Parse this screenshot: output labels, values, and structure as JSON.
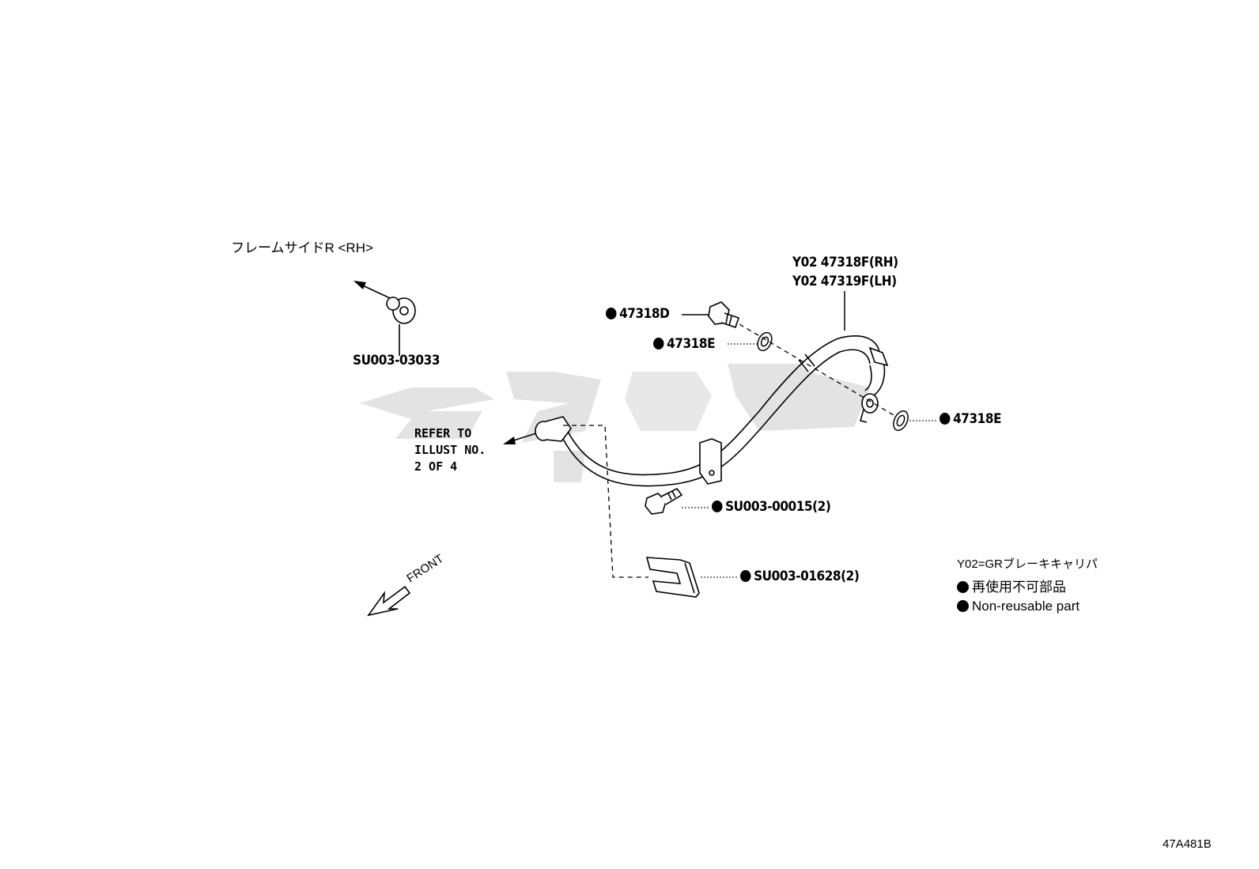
{
  "frame_label": "フレームサイドR <RH>",
  "parts": {
    "bolt_frame": "SU003-03033",
    "hose_rh": "Y02 47318F(RH)",
    "hose_lh": "Y02 47319F(LH)",
    "union_bolt": "47318D",
    "washer_upper": "47318E",
    "washer_right": "47318E",
    "bracket_bolt": "SU003-00015(2)",
    "clip": "SU003-01628(2)"
  },
  "refer": {
    "line1": "REFER TO",
    "line2": "ILLUST NO.",
    "line3": "2 OF 4"
  },
  "front_label": "FRONT",
  "legend": {
    "note": "Y02=GRブレーキキャリパ",
    "jp": "再使用不可部品",
    "en": "Non-reusable part"
  },
  "diagram_id": "47A481B"
}
